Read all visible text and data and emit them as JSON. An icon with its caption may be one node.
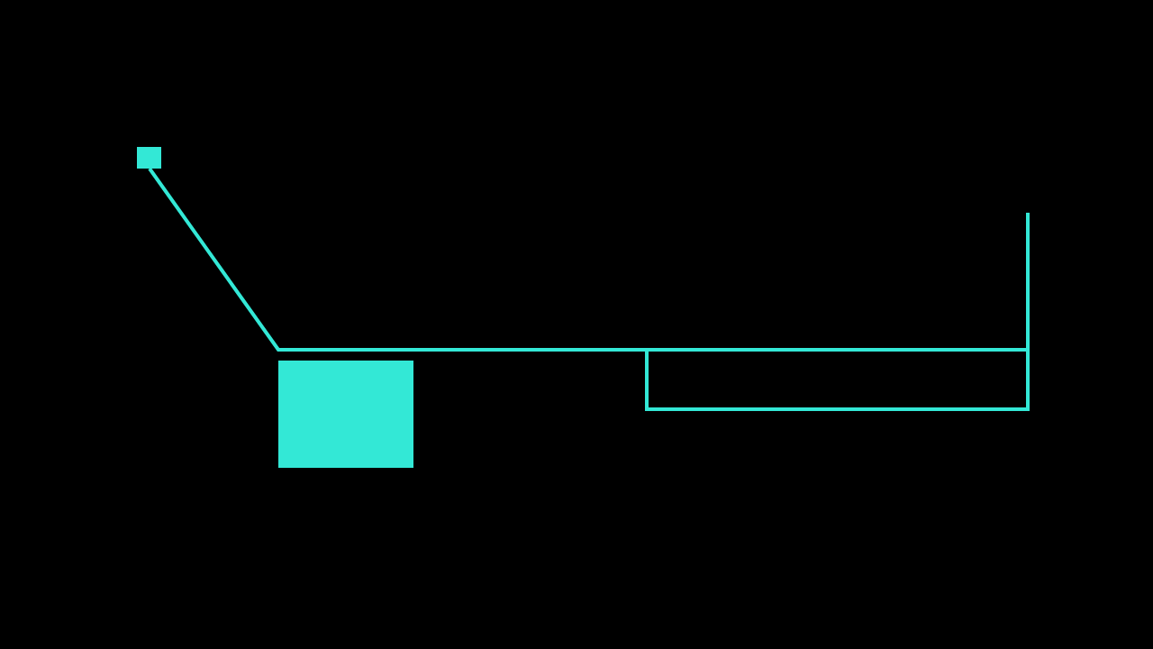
{
  "diagram": {
    "nodes": [
      {
        "text": [],
        "shape": "box"
      },
      {
        "text": [],
        "shape": "box"
      },
      {
        "text": [],
        "shape": "box"
      }
    ],
    "edges": [
      {
        "from": 0,
        "to": 2,
        "arrow": "none"
      }
    ]
  }
}
